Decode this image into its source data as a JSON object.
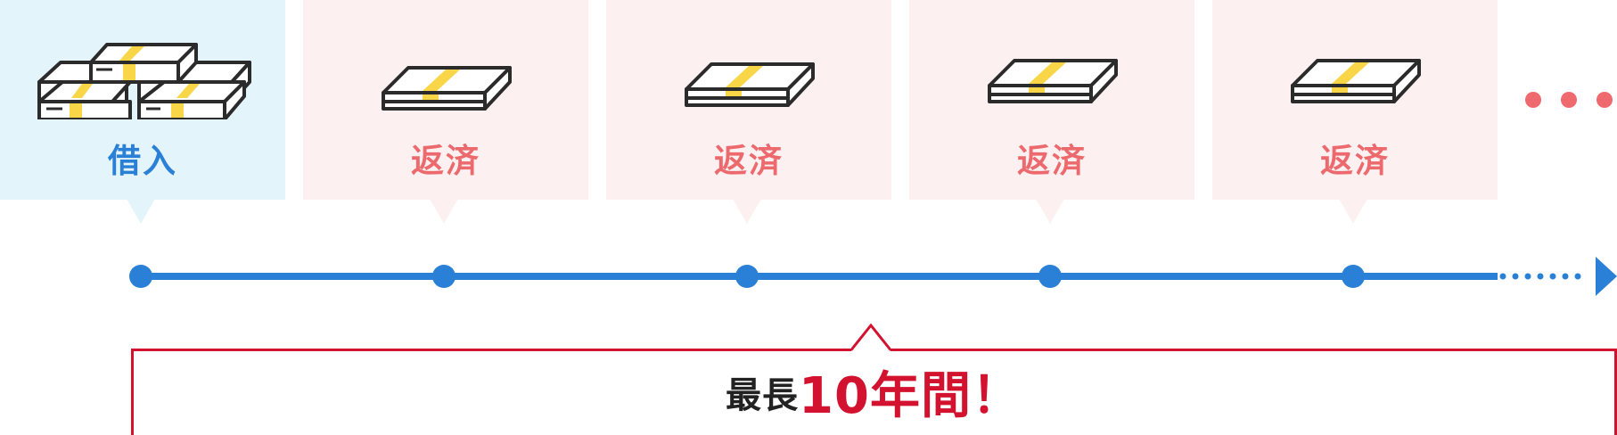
{
  "steps": [
    {
      "label": "借入",
      "icon": "money-stack-icon"
    },
    {
      "label": "返済",
      "icon": "money-bundle-icon"
    },
    {
      "label": "返済",
      "icon": "money-bundle-icon"
    },
    {
      "label": "返済",
      "icon": "money-bundle-icon"
    },
    {
      "label": "返済",
      "icon": "money-bundle-icon"
    }
  ],
  "continuation": {
    "icon": "ellipsis-icon"
  },
  "duration": {
    "prefix": "最長",
    "highlight": "10年間！"
  },
  "colors": {
    "timeline": "#2a80d6",
    "borrow_bg": "#e4f4fb",
    "repay_bg": "#fdf0f1",
    "repay_text": "#ec6a6e",
    "accent_red": "#d2122f",
    "band_yellow": "#f9d548"
  }
}
